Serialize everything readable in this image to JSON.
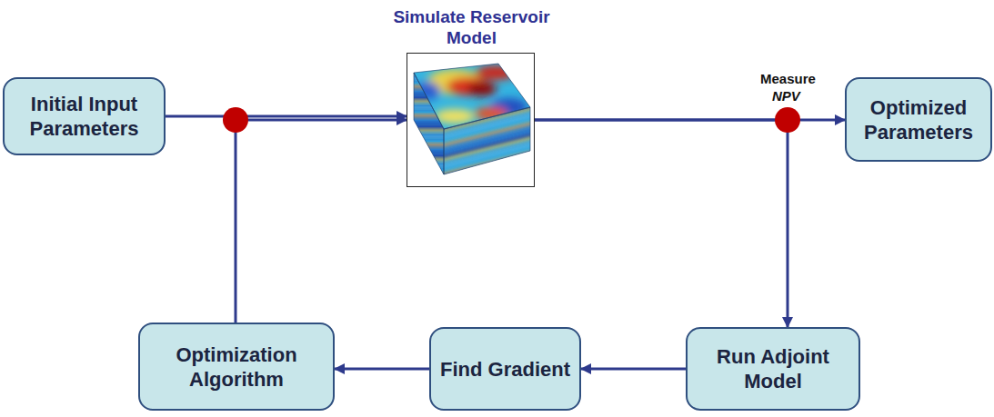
{
  "diagram": {
    "nodes": [
      {
        "text": [
          "Initial Input Parameters"
        ]
      },
      {
        "text": [
          "Simulate Reservoir Model"
        ]
      },
      {
        "text": [
          "Optimized Parameters"
        ]
      },
      {
        "text": [
          "Optimization Algorithm"
        ]
      },
      {
        "text": [
          "Find Gradient"
        ]
      },
      {
        "text": [
          "Run Adjoint Model"
        ]
      }
    ],
    "edges": [
      {
        "from": 0,
        "to": 1,
        "arrow": "to"
      },
      {
        "from": 3,
        "to": 1,
        "arrow": "to"
      },
      {
        "from": 1,
        "to": 2,
        "arrow": "to"
      },
      {
        "from": 1,
        "to": 5,
        "arrow": "to"
      },
      {
        "from": 5,
        "to": 4,
        "arrow": "to"
      },
      {
        "from": 4,
        "to": 3,
        "arrow": "to"
      }
    ],
    "labels": [
      "Measure",
      "NPV"
    ]
  }
}
